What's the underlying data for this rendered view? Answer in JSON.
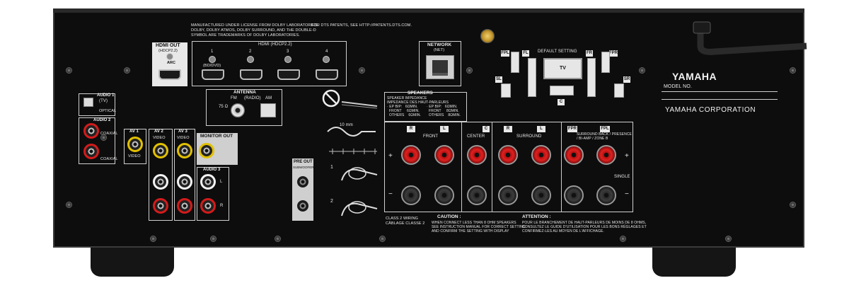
{
  "license_text": "MANUFACTURED UNDER LICENSE FROM DOLBY LABORATORIES.\nDOLBY, DOLBY ATMOS, DOLBY SURROUND, AND THE DOUBLE-D\nSYMBOL ARE TRADEMARKS OF DOLBY LABORATORIES.",
  "dts_text": "FOR DTS PATENTS, SEE HTTP://PATENTS.DTS.COM.",
  "hdmi_out": {
    "label": "HDMI OUT",
    "sub": "(HDCP2.2)",
    "arc": "ARC"
  },
  "hdmi_in": {
    "label": "HDMI",
    "sub": "(HDCP2.2)",
    "ports": [
      "1",
      "2",
      "3",
      "4"
    ],
    "port1_note": "(BD/DVD)"
  },
  "network": {
    "label": "NETWORK",
    "sub": "(NET)"
  },
  "antenna": {
    "label": "ANTENNA",
    "fm": "FM",
    "radio": "(RADIO)",
    "am": "AM",
    "ohm": "75 Ω"
  },
  "audio1": {
    "label": "AUDIO 1",
    "sub": "(TV)",
    "optical": "OPTICAL"
  },
  "audio2": {
    "label": "AUDIO 2",
    "coaxial1": "COAXIAL",
    "coaxial2": "COAXIAL"
  },
  "av": {
    "av1": "AV 1",
    "av2": "AV 2",
    "av3": "AV 3",
    "video": "VIDEO"
  },
  "monitor_out": "MONITOR OUT",
  "audio3": {
    "label": "AUDIO 3",
    "l": "L",
    "r": "R"
  },
  "pre_out": {
    "label": "PRE OUT",
    "sub": "SUBWOOFER"
  },
  "steps": [
    "1",
    "2"
  ],
  "default_setting": {
    "label": "DEFAULT SETTING",
    "tv": "TV",
    "fpr": "FPR",
    "fpl": "FPL",
    "fl": "FL",
    "fr": "FR",
    "sl": "SL",
    "sr": "SR",
    "c": "C"
  },
  "brand": {
    "logo": "YAMAHA",
    "model": "MODEL NO.",
    "corporation": "YAMAHA CORPORATION"
  },
  "speakers": {
    "label": "SPEAKERS",
    "impedance": "SPEAKER IMPEDANCE\nIMPEDANCE DES HAUT-PARLEURS\n· EP BIP:   6ΩMIN.\n  FRONT     6ΩMIN.\n  OTHERS    6ΩMIN.",
    "impedance2": "· EP BIP:   6ΩMIN.\n  FRONT     8ΩMIN.\n  OTHERS    8ΩMIN.",
    "front": "FRONT",
    "center": "CENTER",
    "surround": "SURROUND",
    "sb_presence": "SURROUND BACK / PRESENCE\n/ BI-AMP / ZONE B",
    "single": "SINGLE",
    "tags": [
      "R",
      "L",
      "C",
      "R",
      "L",
      "FPR",
      "FPL"
    ],
    "plus": "+",
    "minus": "−",
    "length": "10 mm"
  },
  "class2": "CLASS 2 WIRING\nCÂBLAGE CLASSE 2",
  "caution": {
    "title": "CAUTION :",
    "text": "WHEN CONNECT LESS THAN 8 OHM SPEAKERS\nSEE INSTRUCTION MANUAL FOR CORRECT SETTING\nAND CONFIRM THE SETTING WITH DISPLAY"
  },
  "attention": {
    "title": "ATTENTION :",
    "text": "POUR LE BRANCHEMENT DE HAUT-PARLEURS DE MOINS DE 8 OHMS,\nCONSULTEZ LE GUIDE D'UTILISATION POUR LES BONS RÉGLAGES ET\nCONFIRMEZ-LES AU MOYEN DE L'AFFICHAGE."
  },
  "colors": {
    "panel": "#0d0d0d",
    "red": "#d41b1b",
    "yellow": "#e2c000",
    "white": "#f2f2f2"
  }
}
